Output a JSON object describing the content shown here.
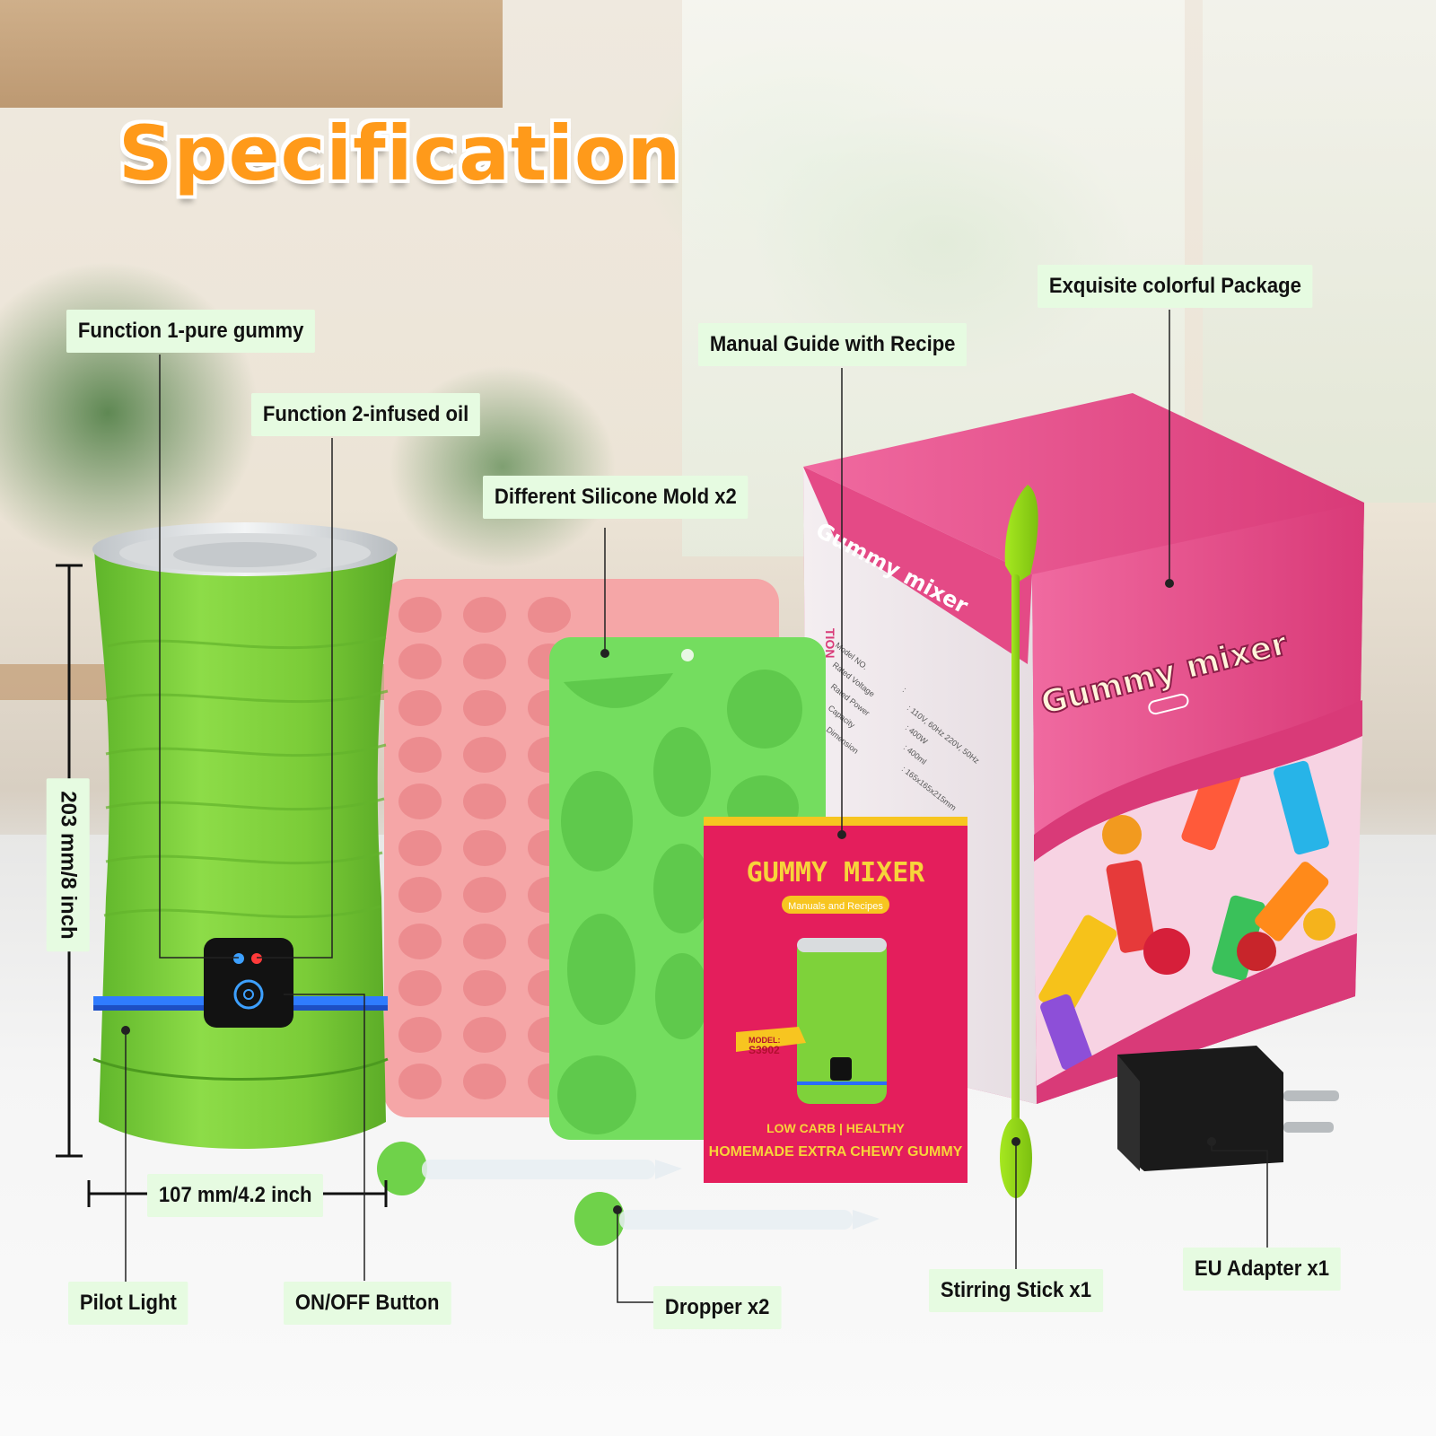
{
  "title": "Specification",
  "labels": {
    "function1": "Function 1-pure gummy",
    "function2": "Function 2-infused oil",
    "silicone_mold": "Different Silicone Mold x2",
    "manual_guide": "Manual Guide with Recipe",
    "package": "Exquisite colorful Package",
    "height": "203 mm/8 inch",
    "width": "107 mm/4.2 inch",
    "pilot_light": "Pilot Light",
    "on_off": "ON/OFF Button",
    "dropper": "Dropper x2",
    "stirring_stick": "Stirring Stick x1",
    "eu_adapter": "EU Adapter x1"
  },
  "box": {
    "brand": "Gummy mixer",
    "side_brand": "Gummy mixer",
    "specs": [
      "Model NO.",
      "Rated Voltage",
      "Rated Power",
      "Capacity",
      "Dimension"
    ],
    "spec_values": [
      ":",
      ": 110V, 60Hz  220V, 50Hz",
      ": 400W",
      ": 400ml",
      ": 165x165x215mm"
    ],
    "side_heading": "TION"
  },
  "manual": {
    "title": "GUMMY MIXER",
    "subtitle": "Manuals and Recipes",
    "model_label": "MODEL:",
    "model": "S3902",
    "tagline1": "LOW CARB | HEALTHY",
    "tagline2": "HOMEMADE EXTRA CHEWY GUMMY"
  },
  "colors": {
    "title": "#ff9a1a",
    "label_bg": "#e6fbe1",
    "device_green": "#7ed23a",
    "box_pink": "#e44a86",
    "manual_red": "#e21d5a"
  }
}
